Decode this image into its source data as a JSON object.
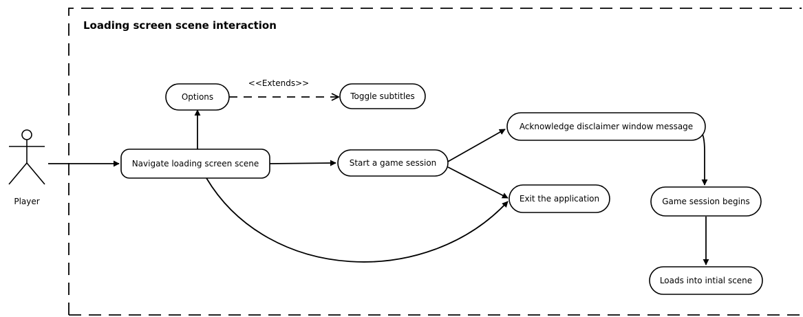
{
  "diagram": {
    "title": "Loading screen scene interaction",
    "actor": {
      "label": "Player"
    },
    "nodes": {
      "options": "Options",
      "toggle_subtitles": "Toggle subtitles",
      "navigate": "Navigate loading screen scene",
      "start_session": "Start a game session",
      "acknowledge": "Acknowledge disclaimer window message",
      "exit_app": "Exit the application",
      "session_begins": "Game session begins",
      "loads_scene": "Loads into intial scene"
    },
    "relations": {
      "extends_label": "<<Extends>>"
    },
    "edges": [
      {
        "from": "actor",
        "to": "navigate",
        "style": "solid"
      },
      {
        "from": "navigate",
        "to": "options",
        "style": "solid"
      },
      {
        "from": "options",
        "to": "toggle_subtitles",
        "style": "dashed",
        "label": "<<Extends>>"
      },
      {
        "from": "navigate",
        "to": "start_session",
        "style": "solid"
      },
      {
        "from": "navigate",
        "to": "exit_app",
        "style": "solid"
      },
      {
        "from": "start_session",
        "to": "acknowledge",
        "style": "solid"
      },
      {
        "from": "start_session",
        "to": "exit_app",
        "style": "solid"
      },
      {
        "from": "acknowledge",
        "to": "session_begins",
        "style": "solid"
      },
      {
        "from": "session_begins",
        "to": "loads_scene",
        "style": "solid"
      }
    ],
    "colors": {
      "stroke": "#000000",
      "fill": "#ffffff"
    }
  }
}
